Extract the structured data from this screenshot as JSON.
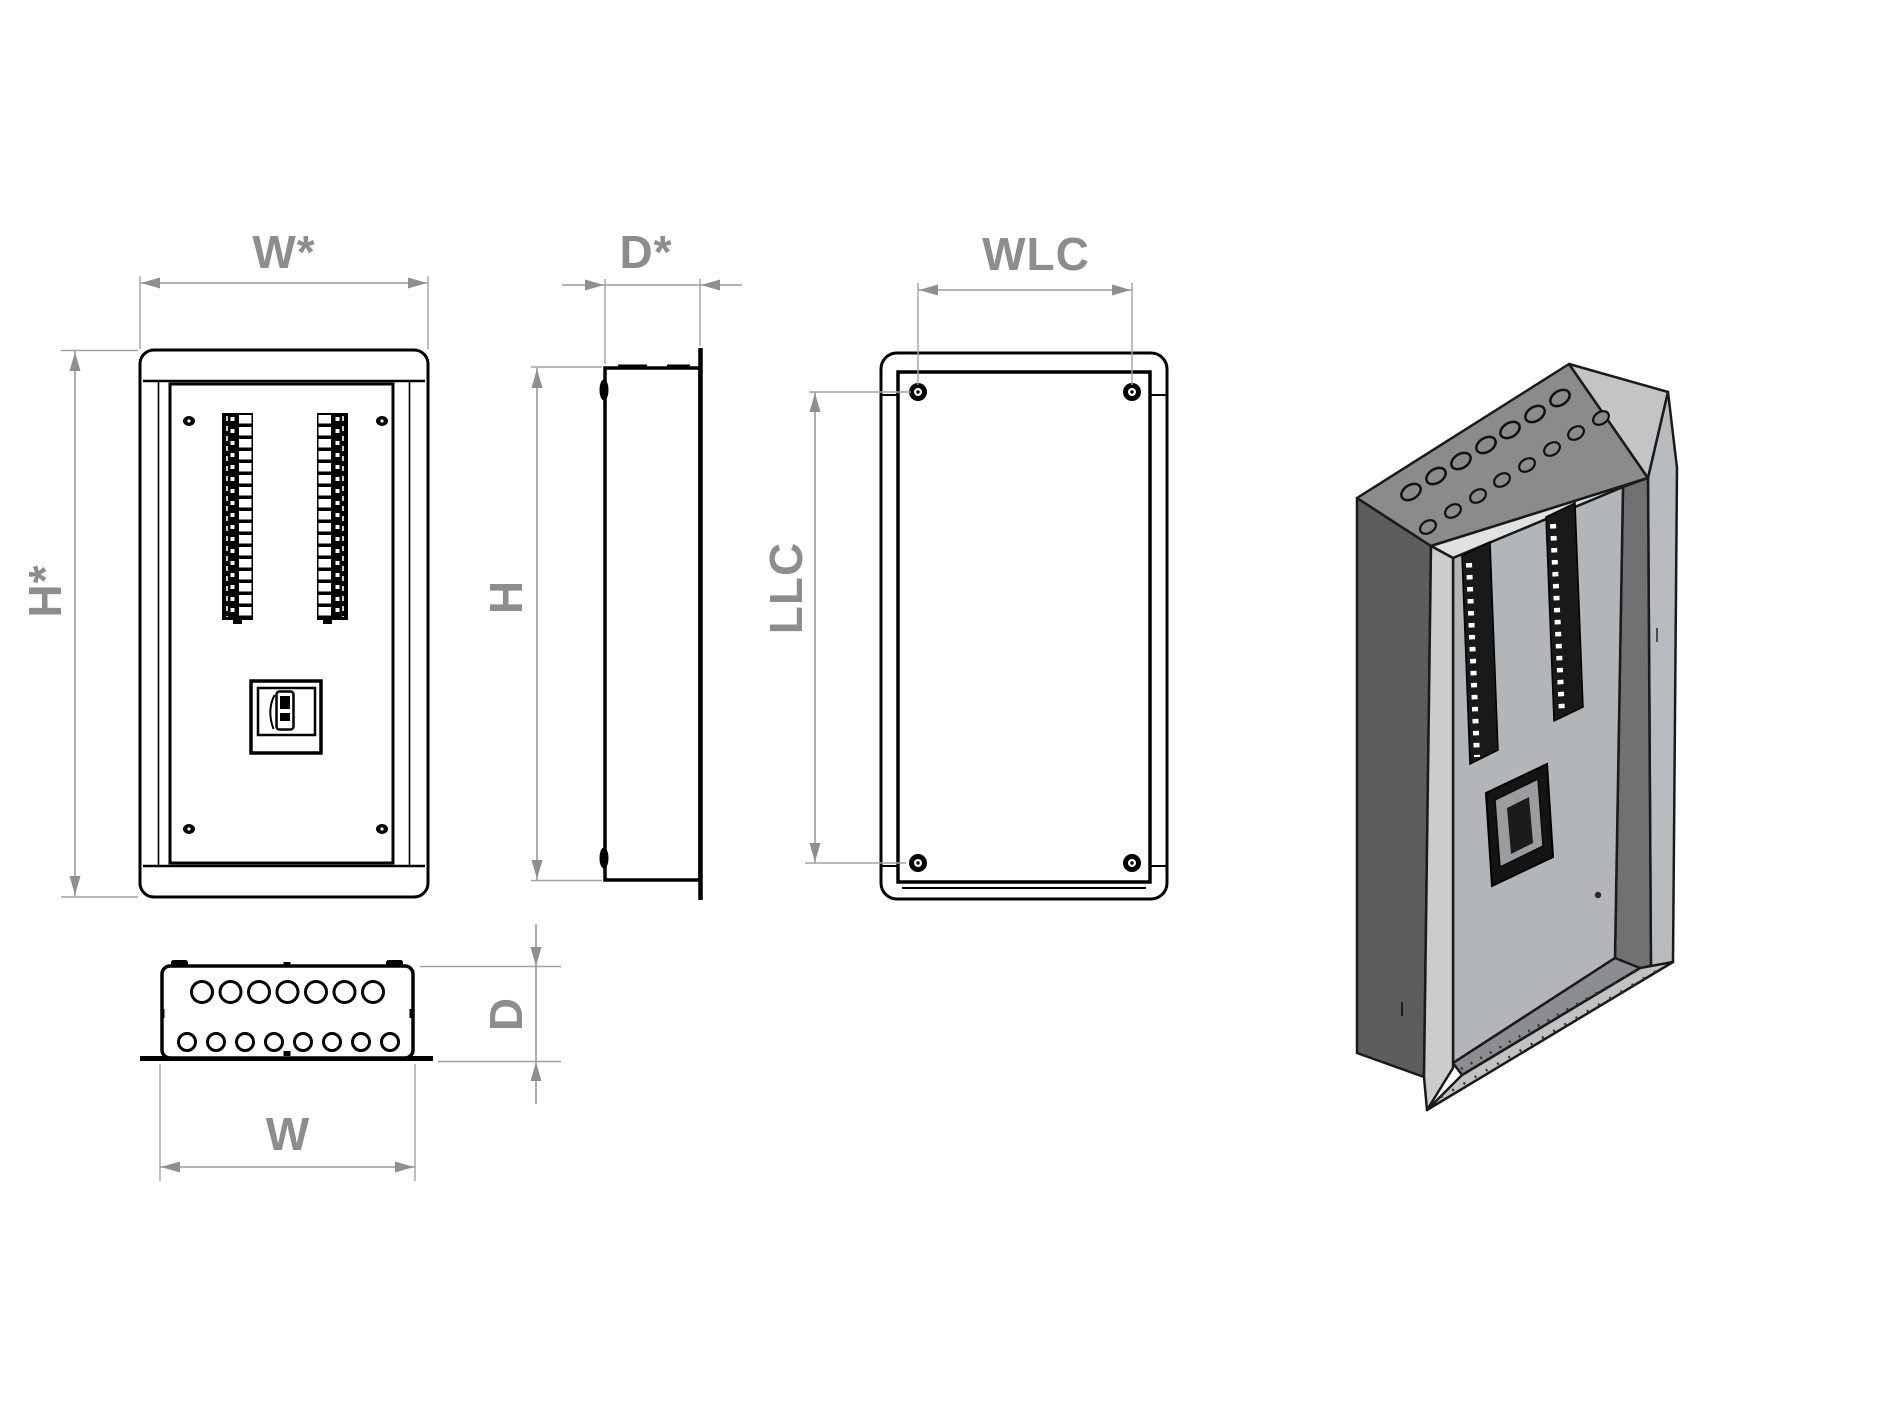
{
  "views": {
    "front": {
      "width_label": "W*",
      "height_label": "H*"
    },
    "side": {
      "depth_label": "D*",
      "height_label": "H"
    },
    "rear": {
      "width_label": "WLC",
      "height_label": "LLC"
    },
    "bottom": {
      "width_label": "W",
      "depth_label": "D"
    }
  },
  "colors": {
    "line": "#000000",
    "dimension_line": "#9a9a9a",
    "dimension_text": "#8d8d8d",
    "iso_side_dark": "#5b5d5f",
    "iso_top": "#898b8d",
    "iso_back_panel": "#b3b6b8",
    "iso_flange": "#c6c8ca",
    "iso_inner_wall": "#6f7173"
  }
}
